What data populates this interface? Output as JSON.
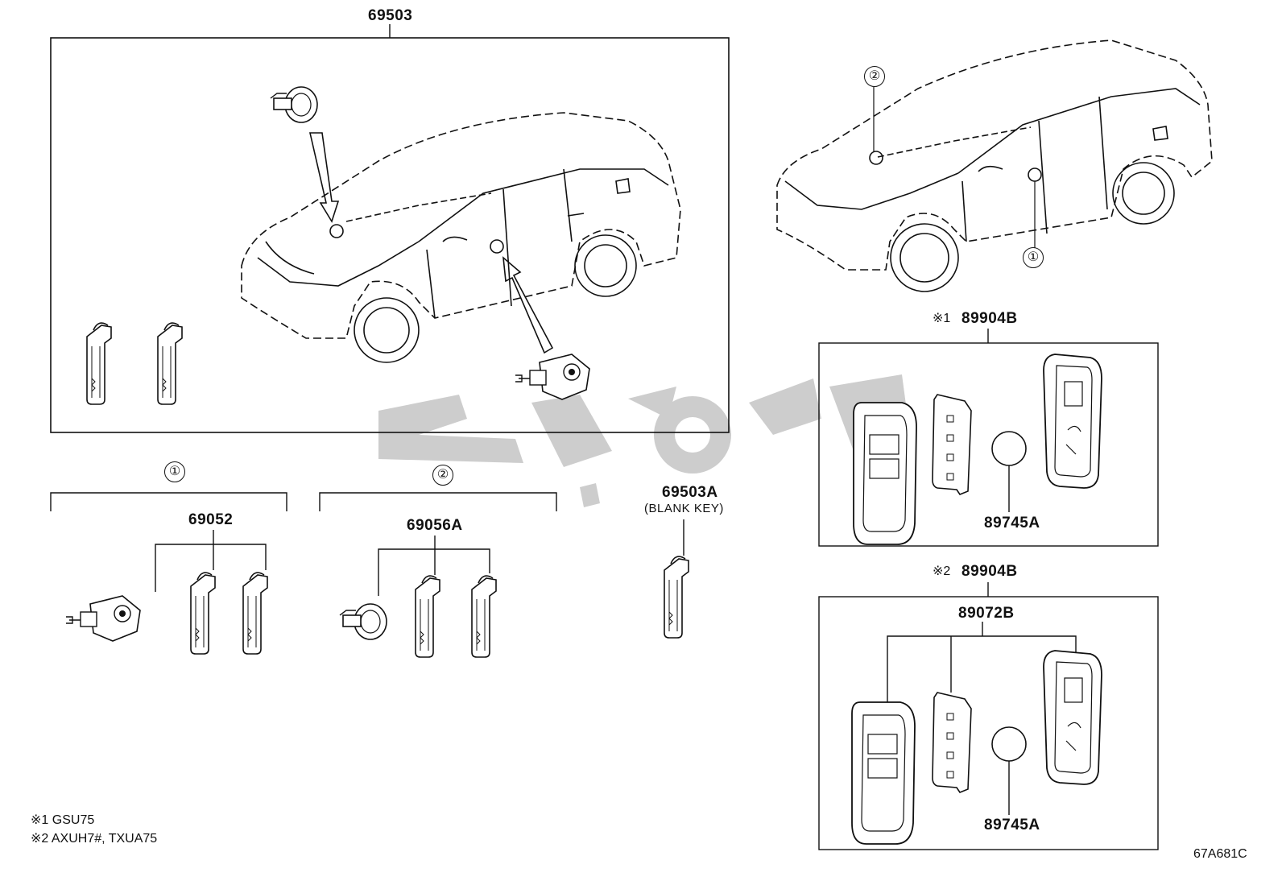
{
  "main_assembly": {
    "part_number": "69503"
  },
  "reference_markers": {
    "one": "①",
    "two": "②"
  },
  "kit_1": {
    "marker": "①",
    "part_number": "69052"
  },
  "kit_2": {
    "marker": "②",
    "part_number": "69056A"
  },
  "blank_key": {
    "part_number": "69503A",
    "note": "(BLANK KEY)"
  },
  "fob_1": {
    "variant": "※1",
    "part_number": "89904B",
    "battery": "89745A"
  },
  "fob_2": {
    "variant": "※2",
    "part_number": "89904B",
    "sub_part": "89072B",
    "battery": "89745A"
  },
  "footnotes": [
    {
      "mark": "※1",
      "text": "GSU75"
    },
    {
      "mark": "※2",
      "text": "AXUH7#, TXUA75"
    }
  ],
  "diagram_id": "67A681C",
  "colors": {
    "line": "#111111",
    "watermark": "#c8c8c8",
    "background": "#ffffff"
  }
}
